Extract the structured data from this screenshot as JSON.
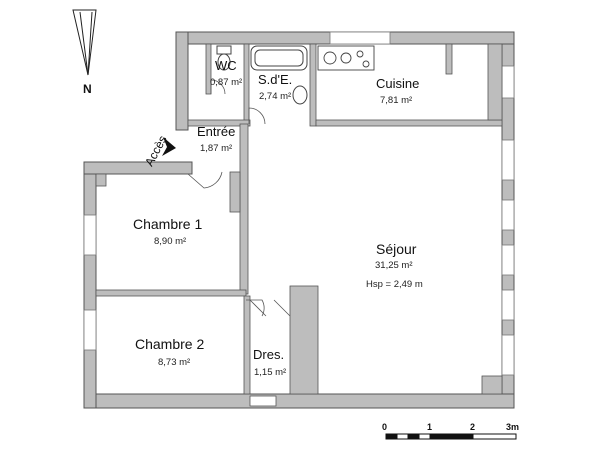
{
  "compass": {
    "north_label": "N",
    "icon": "north-arrow-icon"
  },
  "access": {
    "label": "Accès",
    "icon": "arrow-icon"
  },
  "rooms": {
    "wc": {
      "name": "WC",
      "area": "0,87 m²"
    },
    "sde": {
      "name": "S.d'E.",
      "area": "2,74 m²"
    },
    "cuisine": {
      "name": "Cuisine",
      "area": "7,81 m²"
    },
    "entree": {
      "name": "Entrée",
      "area": "1,87 m²"
    },
    "chambre1": {
      "name": "Chambre 1",
      "area": "8,90 m²"
    },
    "sejour": {
      "name": "Séjour",
      "area": "31,25 m²",
      "height": "Hsp = 2,49 m"
    },
    "chambre2": {
      "name": "Chambre 2",
      "area": "8,73 m²"
    },
    "dressing": {
      "name": "Dres.",
      "area": "1,15 m²"
    }
  },
  "scale": {
    "labels": [
      "0",
      "1",
      "2",
      "3m"
    ]
  },
  "colors": {
    "wall": "#bdbdbd",
    "wall_edge": "#555555",
    "ink": "#111111"
  }
}
